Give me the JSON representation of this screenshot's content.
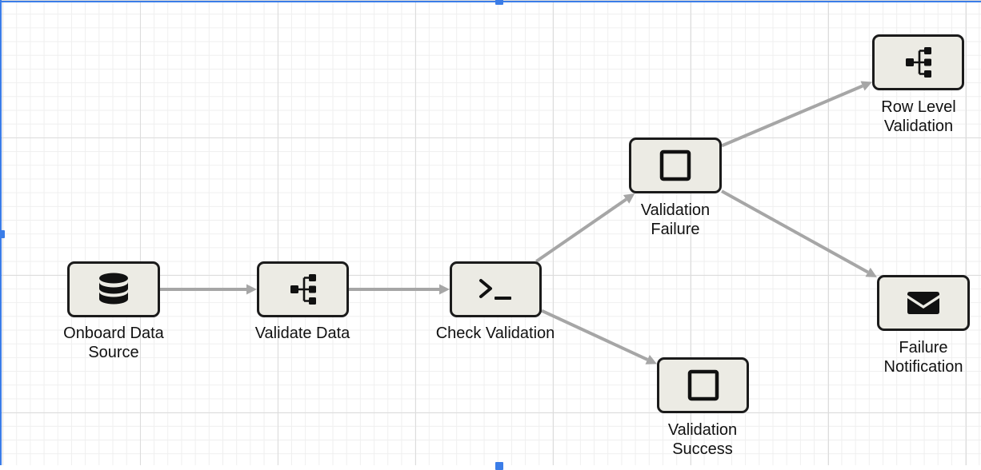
{
  "diagram": {
    "nodes": [
      {
        "id": "onboard",
        "label": "Onboard Data\nSource",
        "icon": "database-icon"
      },
      {
        "id": "validate",
        "label": "Validate Data",
        "icon": "hierarchy-icon"
      },
      {
        "id": "check",
        "label": "Check Validation",
        "icon": "terminal-icon"
      },
      {
        "id": "failure",
        "label": "Validation\nFailure",
        "icon": "square-icon"
      },
      {
        "id": "success",
        "label": "Validation\nSuccess",
        "icon": "square-icon"
      },
      {
        "id": "rowlevel",
        "label": "Row Level\nValidation",
        "icon": "hierarchy-icon"
      },
      {
        "id": "notify",
        "label": "Failure\nNotification",
        "icon": "mail-icon"
      }
    ],
    "edges": [
      {
        "from": "onboard",
        "to": "validate"
      },
      {
        "from": "validate",
        "to": "check"
      },
      {
        "from": "check",
        "to": "failure"
      },
      {
        "from": "check",
        "to": "success"
      },
      {
        "from": "failure",
        "to": "rowlevel"
      },
      {
        "from": "failure",
        "to": "notify"
      }
    ]
  },
  "colors": {
    "node_fill": "#ecebe4",
    "node_border": "#1b1b1b",
    "edge": "#a6a6a6",
    "selection": "#3b7de8"
  }
}
